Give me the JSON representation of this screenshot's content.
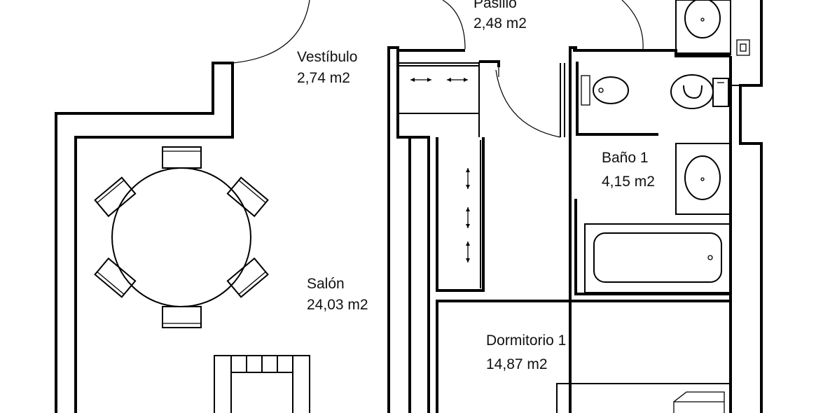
{
  "rooms": [
    {
      "id": "pasillo",
      "name": "Pasillo",
      "area": "2,48 m2"
    },
    {
      "id": "vestibulo",
      "name": "Vestíbulo",
      "area": "2,74 m2"
    },
    {
      "id": "bano1",
      "name": "Baño 1",
      "area": "4,15 m2"
    },
    {
      "id": "salon",
      "name": "Salón",
      "area": "24,03 m2"
    },
    {
      "id": "dormitorio1",
      "name": "Dormitorio 1",
      "area": "14,87 m2"
    }
  ]
}
